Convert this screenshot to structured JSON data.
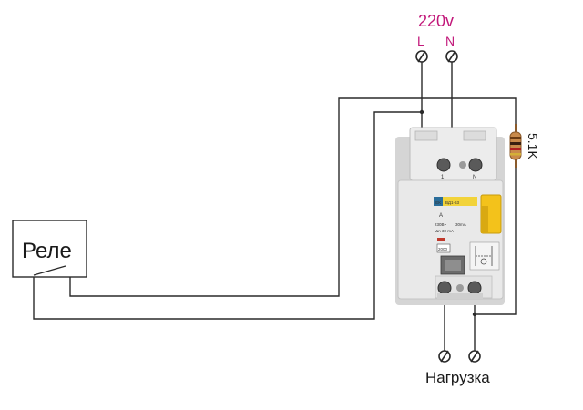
{
  "supply": {
    "voltage": "220v",
    "phase": "L",
    "neutral": "N"
  },
  "relay": {
    "label": "Реле"
  },
  "resistor": {
    "value": "5.1K"
  },
  "load": {
    "label": "Нагрузка"
  },
  "device": {
    "brand": "IEK",
    "model": "ВД1-63",
    "rated_current_letter": "A",
    "voltage_rating": "230В~",
    "type_rating": "30mA",
    "sensitivity": "IΔn 30 mA",
    "rating_box": "2000",
    "terminal_left": "1",
    "terminal_right": "N"
  },
  "colors": {
    "supply_labels": "#c2187a",
    "wires": "#2a2a2a",
    "device_body": "#e9e9e9",
    "test_button": "#f3c21b",
    "label_strip": "#f2d33a"
  }
}
